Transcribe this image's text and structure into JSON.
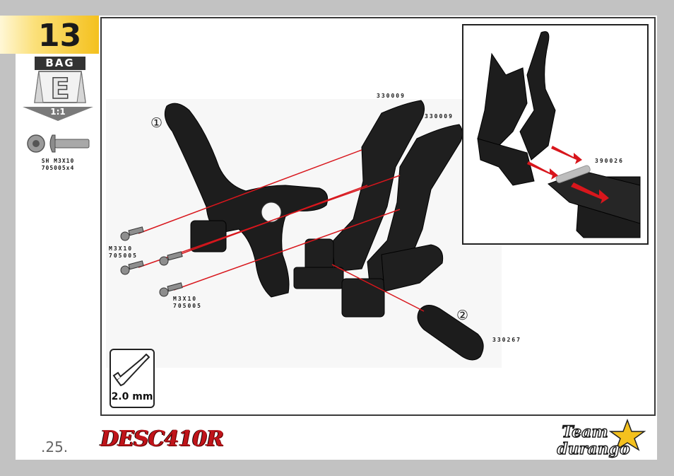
{
  "step": {
    "number": "13"
  },
  "bag": {
    "label": "BAG",
    "letter": "E",
    "scale": "1:1"
  },
  "hardware": {
    "icon": "button-head-screw-icon",
    "name": "SH M3X10",
    "part": "705005x4"
  },
  "parts": {
    "upper_left": "330009",
    "upper_right": "330009",
    "screw_group_1_name": "M3X10",
    "screw_group_1_part": "705005",
    "screw_group_2_name": "M3X10",
    "screw_group_2_part": "705005",
    "link": "330267",
    "inset_link": "390026"
  },
  "markers": {
    "one": "①",
    "two": "②"
  },
  "tool": {
    "icon": "hex-wrench-icon",
    "size": "2.0 mm"
  },
  "footer": {
    "page_number": ".25.",
    "brand": "DESC410R",
    "logo_line1": "Team",
    "logo_line2": "durango"
  },
  "colors": {
    "accent_yellow": "#f4c11e",
    "arrow_red": "#d8161c",
    "brand_red": "#c0141a"
  }
}
